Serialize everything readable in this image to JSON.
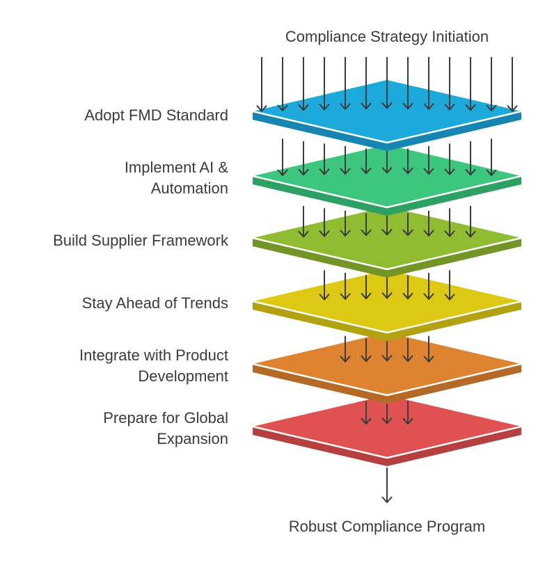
{
  "diagram": {
    "top_label": "Compliance Strategy Initiation",
    "bottom_label": "Robust Compliance Program",
    "layers": [
      {
        "label": "Adopt FMD Standard",
        "color": "#1ea9db",
        "shade": "#1685b1"
      },
      {
        "label": "Implement AI &\nAutomation",
        "color": "#3dc77e",
        "shade": "#2da064"
      },
      {
        "label": "Build Supplier Framework",
        "color": "#8fbc31",
        "shade": "#729526"
      },
      {
        "label": "Stay Ahead of Trends",
        "color": "#ddc914",
        "shade": "#b3a210"
      },
      {
        "label": "Integrate with Product\nDevelopment",
        "color": "#de8430",
        "shade": "#b56926"
      },
      {
        "label": "Prepare for Global\nExpansion",
        "color": "#e05252",
        "shade": "#b63f3f"
      }
    ],
    "arrow_color": "#3b3b3b",
    "arrow_icon": "down-arrow-icon"
  }
}
